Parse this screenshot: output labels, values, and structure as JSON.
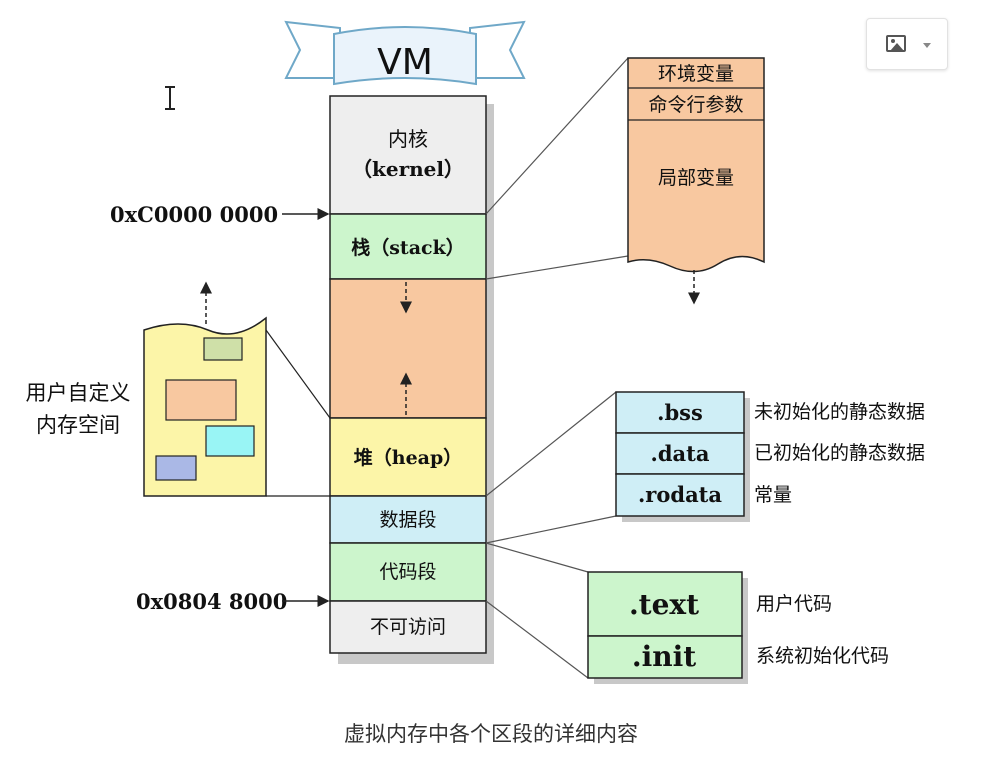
{
  "title": "VM",
  "caption": "虚拟内存中各个区段的详细内容",
  "colors": {
    "kernel": "#eeeeee",
    "green": "#ccf5cc",
    "orange": "#f8c8a0",
    "yellow": "#fcf5a8",
    "cyan": "#cfeef6",
    "gray": "#eeeeee",
    "line": "#222222",
    "shadow": "#c8c8c8"
  },
  "vm": {
    "kernel_line1": "内核",
    "kernel_line2": "（kernel）",
    "stack": "栈（stack）",
    "heap": "堆（heap）",
    "data_segment": "数据段",
    "code_segment": "代码段",
    "no_access": "不可访问"
  },
  "addresses": {
    "kernel_start": "0xC0000 0000",
    "code_start": "0x0804 8000"
  },
  "stack_detail": {
    "env": "环境变量",
    "cmdline": "命令行参数",
    "locals": "局部变量"
  },
  "user_memory": {
    "label_line1": "用户自定义",
    "label_line2": "内存空间"
  },
  "data_detail": [
    {
      "name": ".bss",
      "desc": "未初始化的静态数据"
    },
    {
      "name": ".data",
      "desc": "已初始化的静态数据"
    },
    {
      "name": ".rodata",
      "desc": "常量"
    }
  ],
  "code_detail": [
    {
      "name": ".text",
      "desc": "用户代码"
    },
    {
      "name": ".init",
      "desc": "系统初始化代码"
    }
  ]
}
